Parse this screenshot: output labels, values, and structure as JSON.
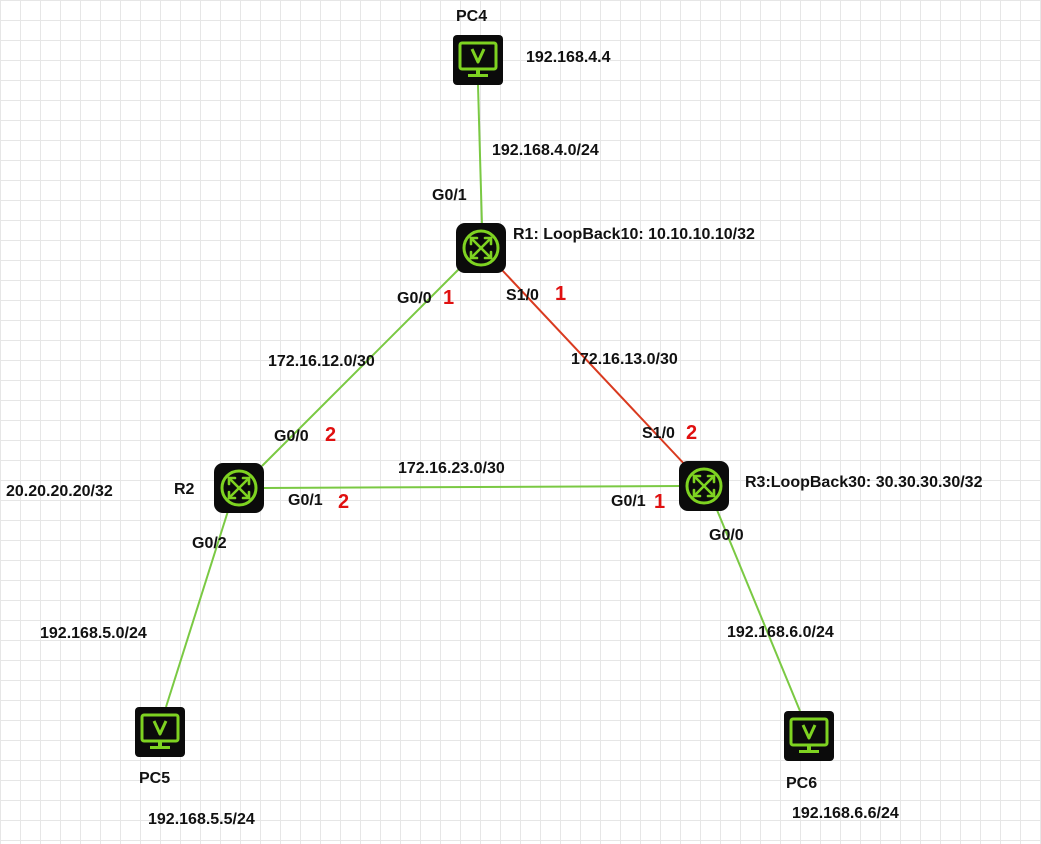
{
  "colors": {
    "ethernet_link": "#7ac943",
    "serial_link": "#d93a1f",
    "device_body": "#0b0b0b",
    "device_accent": "#7ed321",
    "sequence_mark": "#e01010"
  },
  "devices": {
    "pc4": {
      "name": "PC4",
      "address": "192.168.4.4",
      "icon": "monitor-icon"
    },
    "r1": {
      "name": "R1: LoopBack10: 10.10.10.10/32",
      "icon": "router-icon"
    },
    "r2": {
      "name": "R2",
      "address": "20.20.20.20/32",
      "icon": "router-icon"
    },
    "r3": {
      "name": "R3:LoopBack30: 30.30.30.30/32",
      "icon": "router-icon"
    },
    "pc5": {
      "name": "PC5",
      "address": "192.168.5.5/24",
      "icon": "monitor-icon"
    },
    "pc6": {
      "name": "PC6",
      "address": "192.168.6.6/24",
      "icon": "monitor-icon"
    }
  },
  "links": {
    "pc4_r1": {
      "network": "192.168.4.0/24",
      "r1_port": "G0/1",
      "type": "ethernet"
    },
    "r1_r2": {
      "network": "172.16.12.0/30",
      "r1_port": "G0/0",
      "r1_mark": "1",
      "r2_port": "G0/0",
      "r2_mark": "2",
      "type": "ethernet"
    },
    "r1_r3": {
      "network": "172.16.13.0/30",
      "r1_port": "S1/0",
      "r1_mark": "1",
      "r3_port": "S1/0",
      "r3_mark": "2",
      "type": "serial"
    },
    "r2_r3": {
      "network": "172.16.23.0/30",
      "r2_port": "G0/1",
      "r2_mark": "2",
      "r3_port": "G0/1",
      "r3_mark": "1",
      "type": "ethernet"
    },
    "r2_pc5": {
      "network": "192.168.5.0/24",
      "r2_port": "G0/2",
      "type": "ethernet"
    },
    "r3_pc6": {
      "network": "192.168.6.0/24",
      "r3_port": "G0/0",
      "type": "ethernet"
    }
  }
}
